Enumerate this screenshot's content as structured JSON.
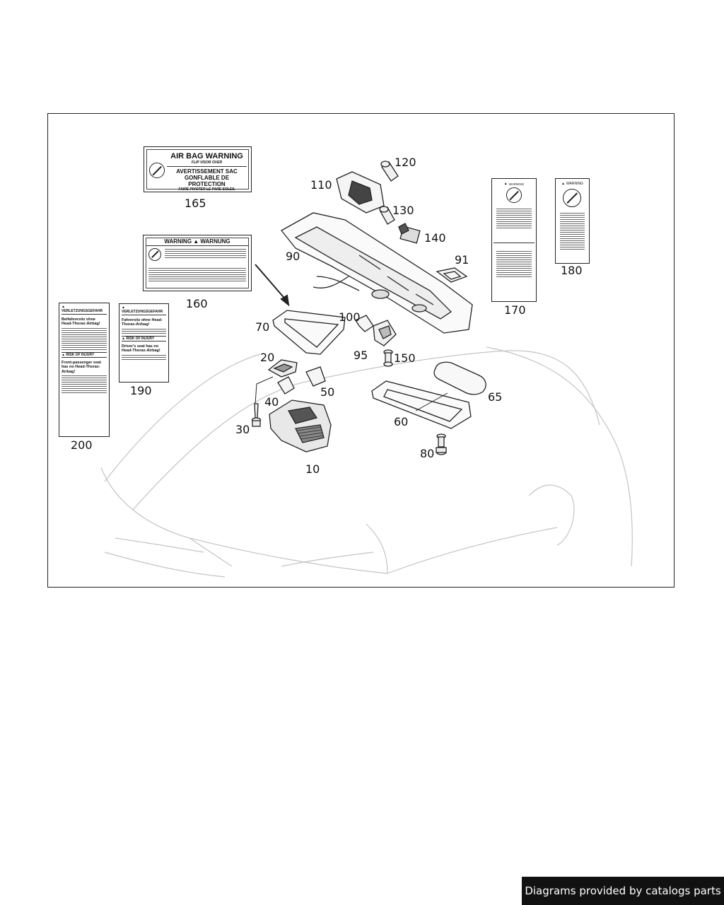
{
  "footer": {
    "text": "Diagrams provided by catalogs parts"
  },
  "callouts": [
    {
      "id": "10",
      "text": "10"
    },
    {
      "id": "20",
      "text": "20"
    },
    {
      "id": "30",
      "text": "30"
    },
    {
      "id": "40",
      "text": "40"
    },
    {
      "id": "50",
      "text": "50"
    },
    {
      "id": "60",
      "text": "60"
    },
    {
      "id": "65",
      "text": "65"
    },
    {
      "id": "70",
      "text": "70"
    },
    {
      "id": "80",
      "text": "80"
    },
    {
      "id": "90",
      "text": "90"
    },
    {
      "id": "91",
      "text": "91"
    },
    {
      "id": "95",
      "text": "95"
    },
    {
      "id": "100",
      "text": "100"
    },
    {
      "id": "110",
      "text": "110"
    },
    {
      "id": "120",
      "text": "120"
    },
    {
      "id": "130",
      "text": "130"
    },
    {
      "id": "140",
      "text": "140"
    },
    {
      "id": "150",
      "text": "150"
    },
    {
      "id": "160",
      "text": "160"
    },
    {
      "id": "165",
      "text": "165"
    },
    {
      "id": "170",
      "text": "170"
    },
    {
      "id": "180",
      "text": "180"
    },
    {
      "id": "190",
      "text": "190"
    },
    {
      "id": "200",
      "text": "200"
    }
  ],
  "label_165": {
    "title": "AIR BAG WARNING",
    "line2": "FLIP VISOR OVER",
    "line3": "AVERTISSEMENT SAC",
    "line4": "GONFLABLE DE PROTECTION",
    "line5": "FAIRE PIVOTER LE PARE SOLEIL"
  },
  "label_160": {
    "title": "WARNING ▲ WARNUNG"
  },
  "label_170": {
    "header": "WARNING"
  },
  "label_180": {
    "header": "WARNING"
  },
  "label_190": {
    "header": "VERLETZUNGSGEFAHR",
    "line1": "Fahrersitz ohne Head-Thorax-Airbag!",
    "line2": "RISK OF INJURY",
    "line3": "Driver's seat has no Head-Thorax-Airbag!"
  },
  "label_200": {
    "header": "VERLETZUNGSGEFAHR",
    "line1": "Beifahrersitz ohne Head-Thorax-Airbag!",
    "line2": "RISK OF INJURY",
    "line3": "Front-passenger seat has no Head-Thorax-Airbag!"
  }
}
